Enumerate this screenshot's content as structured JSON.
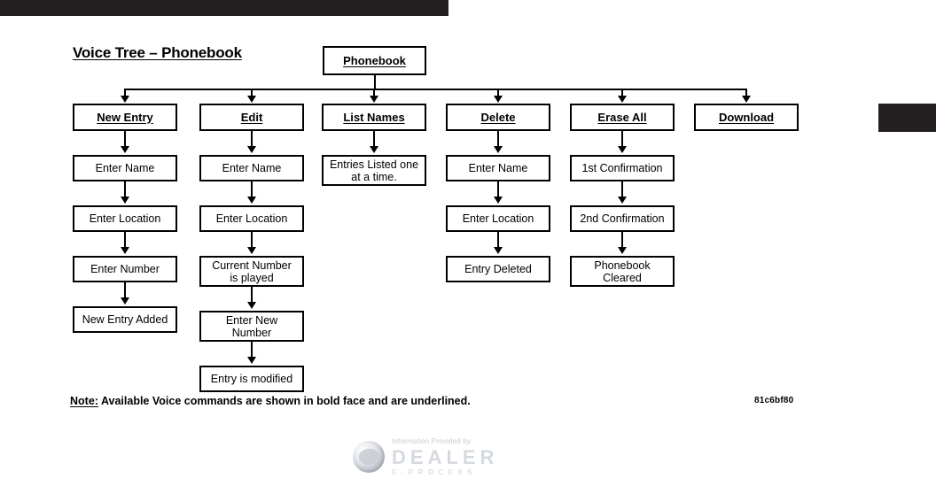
{
  "page": {
    "title": "Voice Tree – Phonebook",
    "note_lead": "Note:",
    "note_text": " Available Voice commands are shown in bold face and are underlined.",
    "doc_code": "81c6bf80",
    "colors": {
      "ink": "#000000",
      "scan_bar": "#231f20",
      "watermark": "#d2d7dd"
    }
  },
  "watermark": {
    "provided_by": "Information Provided by:",
    "brand": "DEALER",
    "tagline": "E-PROCESS"
  },
  "diagram": {
    "type": "flowchart",
    "root": {
      "label": "Phonebook",
      "is_command": true
    },
    "branches": [
      {
        "command": {
          "label": "New Entry",
          "is_command": true
        },
        "steps": [
          {
            "label": "Enter Name"
          },
          {
            "label": "Enter Location"
          },
          {
            "label": "Enter Number"
          },
          {
            "label": "New Entry Added"
          }
        ]
      },
      {
        "command": {
          "label": "Edit",
          "is_command": true
        },
        "steps": [
          {
            "label": "Enter Name"
          },
          {
            "label": "Enter Location"
          },
          {
            "label": "Current Number\nis played"
          },
          {
            "label": "Enter New\nNumber"
          },
          {
            "label": "Entry is modified"
          }
        ]
      },
      {
        "command": {
          "label": "List Names",
          "is_command": true
        },
        "steps": [
          {
            "label": "Entries Listed one\nat a time."
          }
        ]
      },
      {
        "command": {
          "label": "Delete",
          "is_command": true
        },
        "steps": [
          {
            "label": "Enter Name"
          },
          {
            "label": "Enter Location"
          },
          {
            "label": "Entry Deleted"
          }
        ]
      },
      {
        "command": {
          "label": "Erase All",
          "is_command": true
        },
        "steps": [
          {
            "label": "1st Confirmation"
          },
          {
            "label": "2nd Confirmation"
          },
          {
            "label": "Phonebook\nCleared"
          }
        ]
      },
      {
        "command": {
          "label": "Download",
          "is_command": true
        },
        "steps": []
      }
    ]
  }
}
